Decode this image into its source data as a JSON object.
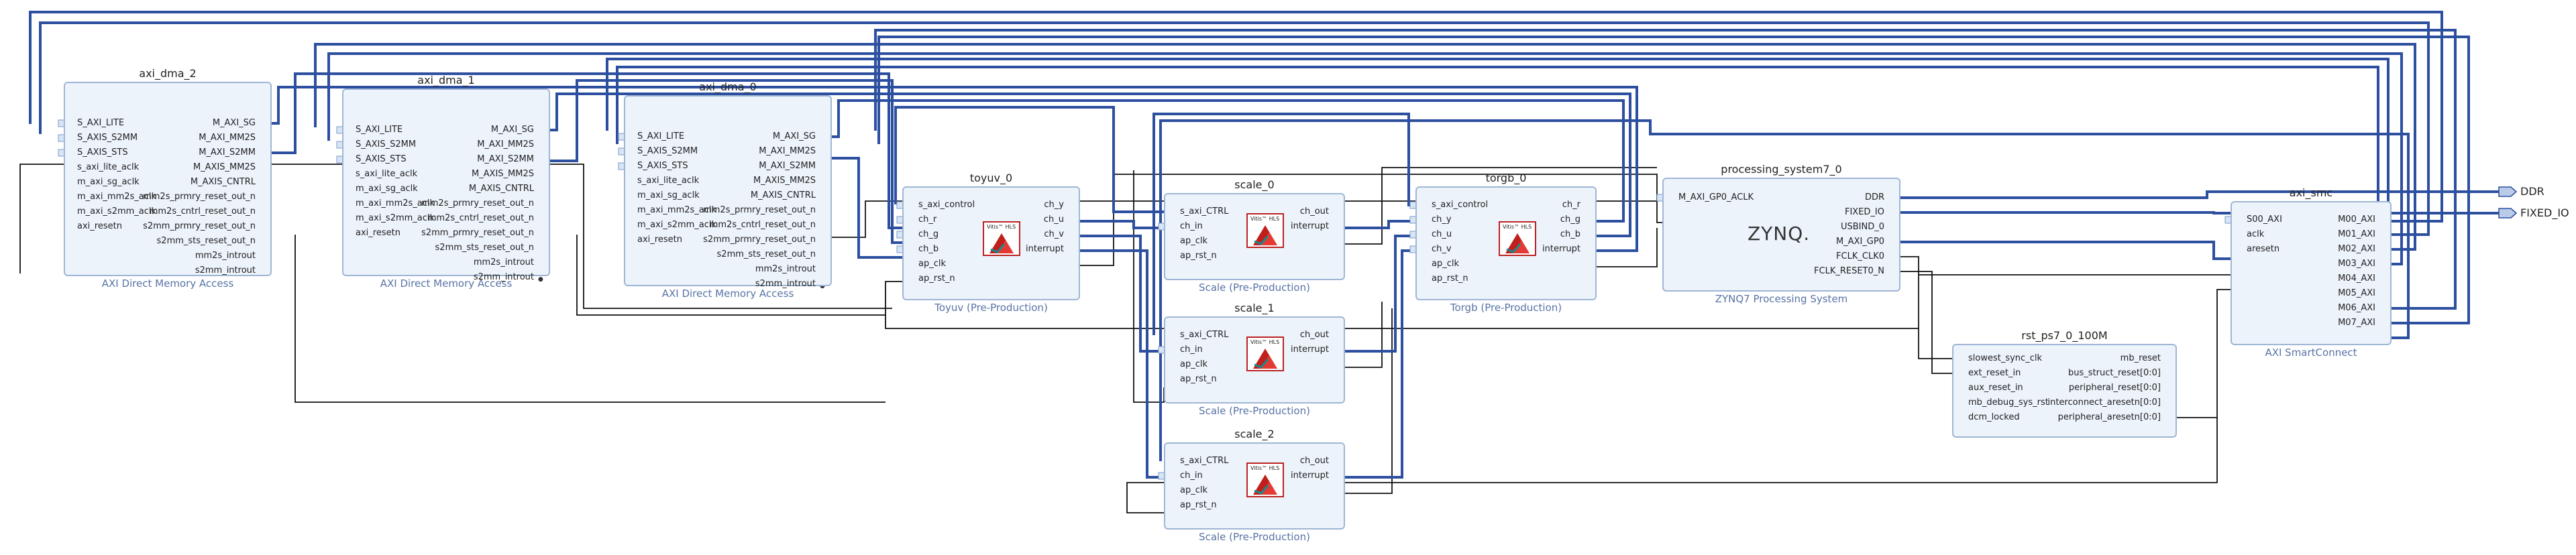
{
  "blocks": {
    "axi_dma_2": {
      "title": "axi_dma_2",
      "subtitle": "AXI Direct Memory Access",
      "left_ports": [
        "S_AXI_LITE",
        "S_AXIS_S2MM",
        "S_AXIS_STS",
        "s_axi_lite_aclk",
        "m_axi_sg_aclk",
        "m_axi_mm2s_aclk",
        "m_axi_s2mm_aclk",
        "axi_resetn"
      ],
      "right_ports": [
        "M_AXI_SG",
        "M_AXI_MM2S",
        "M_AXI_S2MM",
        "M_AXIS_MM2S",
        "M_AXIS_CNTRL",
        "mm2s_prmry_reset_out_n",
        "mm2s_cntrl_reset_out_n",
        "s2mm_prmry_reset_out_n",
        "s2mm_sts_reset_out_n",
        "mm2s_introut",
        "s2mm_introut"
      ]
    },
    "axi_dma_1": {
      "title": "axi_dma_1",
      "subtitle": "AXI Direct Memory Access",
      "left_ports": [
        "S_AXI_LITE",
        "S_AXIS_S2MM",
        "S_AXIS_STS",
        "s_axi_lite_aclk",
        "m_axi_sg_aclk",
        "m_axi_mm2s_aclk",
        "m_axi_s2mm_aclk",
        "axi_resetn"
      ],
      "right_ports": [
        "M_AXI_SG",
        "M_AXI_MM2S",
        "M_AXI_S2MM",
        "M_AXIS_MM2S",
        "M_AXIS_CNTRL",
        "mm2s_prmry_reset_out_n",
        "mm2s_cntrl_reset_out_n",
        "s2mm_prmry_reset_out_n",
        "s2mm_sts_reset_out_n",
        "mm2s_introut",
        "s2mm_introut"
      ]
    },
    "axi_dma_0": {
      "title": "axi_dma_0",
      "subtitle": "AXI Direct Memory Access",
      "left_ports": [
        "S_AXI_LITE",
        "S_AXIS_S2MM",
        "S_AXIS_STS",
        "s_axi_lite_aclk",
        "m_axi_sg_aclk",
        "m_axi_mm2s_aclk",
        "m_axi_s2mm_aclk",
        "axi_resetn"
      ],
      "right_ports": [
        "M_AXI_SG",
        "M_AXI_MM2S",
        "M_AXI_S2MM",
        "M_AXIS_MM2S",
        "M_AXIS_CNTRL",
        "mm2s_prmry_reset_out_n",
        "mm2s_cntrl_reset_out_n",
        "s2mm_prmry_reset_out_n",
        "s2mm_sts_reset_out_n",
        "mm2s_introut",
        "s2mm_introut"
      ]
    },
    "toyuv_0": {
      "title": "toyuv_0",
      "subtitle": "Toyuv (Pre-Production)",
      "left_ports": [
        "s_axi_control",
        "ch_r",
        "ch_g",
        "ch_b",
        "ap_clk",
        "ap_rst_n"
      ],
      "right_ports": [
        "ch_y",
        "ch_u",
        "ch_v",
        "interrupt"
      ],
      "logo": "Vitis™ HLS"
    },
    "scale_0": {
      "title": "scale_0",
      "subtitle": "Scale (Pre-Production)",
      "left_ports": [
        "s_axi_CTRL",
        "ch_in",
        "ap_clk",
        "ap_rst_n"
      ],
      "right_ports": [
        "ch_out",
        "interrupt"
      ],
      "logo": "Vitis™ HLS"
    },
    "scale_1": {
      "title": "scale_1",
      "subtitle": "Scale (Pre-Production)",
      "left_ports": [
        "s_axi_CTRL",
        "ch_in",
        "ap_clk",
        "ap_rst_n"
      ],
      "right_ports": [
        "ch_out",
        "interrupt"
      ],
      "logo": "Vitis™ HLS"
    },
    "scale_2": {
      "title": "scale_2",
      "subtitle": "Scale (Pre-Production)",
      "left_ports": [
        "s_axi_CTRL",
        "ch_in",
        "ap_clk",
        "ap_rst_n"
      ],
      "right_ports": [
        "ch_out",
        "interrupt"
      ],
      "logo": "Vitis™ HLS"
    },
    "torgb_0": {
      "title": "torgb_0",
      "subtitle": "Torgb (Pre-Production)",
      "left_ports": [
        "s_axi_control",
        "ch_y",
        "ch_u",
        "ch_v",
        "ap_clk",
        "ap_rst_n"
      ],
      "right_ports": [
        "ch_r",
        "ch_g",
        "ch_b",
        "interrupt"
      ],
      "logo": "Vitis™ HLS"
    },
    "processing_system7_0": {
      "title": "processing_system7_0",
      "subtitle": "ZYNQ7 Processing System",
      "left_ports": [
        "M_AXI_GP0_ACLK"
      ],
      "right_ports": [
        "DDR",
        "FIXED_IO",
        "USBIND_0",
        "M_AXI_GP0",
        "FCLK_CLK0",
        "FCLK_RESET0_N"
      ],
      "logo": "ZYNQ."
    },
    "axi_smc": {
      "title": "axi_smc",
      "subtitle": "AXI SmartConnect",
      "left_ports": [
        "S00_AXI",
        "aclk",
        "aresetn"
      ],
      "right_ports": [
        "M00_AXI",
        "M01_AXI",
        "M02_AXI",
        "M03_AXI",
        "M04_AXI",
        "M05_AXI",
        "M06_AXI",
        "M07_AXI"
      ]
    },
    "rst_ps7_0_100M": {
      "title": "rst_ps7_0_100M",
      "subtitle": "",
      "left_ports": [
        "slowest_sync_clk",
        "ext_reset_in",
        "aux_reset_in",
        "mb_debug_sys_rst",
        "dcm_locked"
      ],
      "right_ports": [
        "mb_reset",
        "bus_struct_reset[0:0]",
        "peripheral_reset[0:0]",
        "interconnect_aresetn[0:0]",
        "peripheral_aresetn[0:0]"
      ]
    }
  },
  "external_ports": [
    "DDR",
    "FIXED_IO"
  ],
  "colors": {
    "block_fill": "#edf3fb",
    "block_border": "#9fb6d4",
    "bus_wire": "#2d4fa0",
    "net_wire": "#111111",
    "subtitle": "#5873a6"
  }
}
